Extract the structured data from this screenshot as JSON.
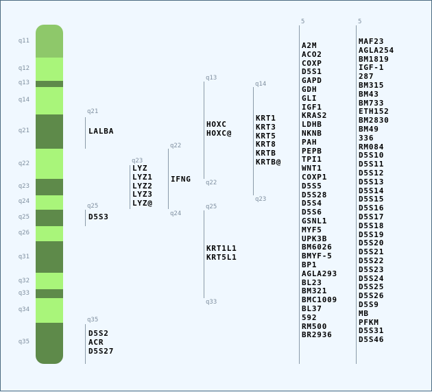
{
  "chromosome": {
    "bands": [
      {
        "label": "q11",
        "color": "#8ec86a"
      },
      {
        "label": "q12",
        "color": "#a9f57a"
      },
      {
        "label": "q13",
        "color": "#5e8a4a"
      },
      {
        "label": "q14",
        "color": "#a9f57a"
      },
      {
        "label": "q21",
        "color": "#5e8a4a"
      },
      {
        "label": "q22",
        "color": "#a9f57a"
      },
      {
        "label": "q23",
        "color": "#5e8a4a"
      },
      {
        "label": "q24",
        "color": "#a9f57a"
      },
      {
        "label": "q25",
        "color": "#5e8a4a"
      },
      {
        "label": "q26",
        "color": "#a9f57a"
      },
      {
        "label": "q31",
        "color": "#5e8a4a"
      },
      {
        "label": "q32",
        "color": "#a9f57a"
      },
      {
        "label": "q33",
        "color": "#5e8a4a"
      },
      {
        "label": "q34",
        "color": "#a9f57a"
      },
      {
        "label": "q35",
        "color": "#5e8a4a"
      }
    ]
  },
  "columns": [
    {
      "top": "q21",
      "bottom": "",
      "genes": [
        "LALBA"
      ]
    },
    {
      "top": "q25",
      "bottom": "",
      "genes": [
        "D5S3"
      ]
    },
    {
      "top": "q35",
      "bottom": "",
      "genes": [
        "D5S2",
        "ACR",
        "D5S27"
      ]
    },
    {
      "top": "q23",
      "bottom": "",
      "genes": [
        "LYZ",
        "LYZ1",
        "LYZ2",
        "LYZ3",
        "LYZ@"
      ]
    },
    {
      "top": "q22",
      "bottom": "q24",
      "genes": [
        "IFNG"
      ]
    },
    {
      "top": "q13",
      "bottom": "q22",
      "genes": [
        "HOXC",
        "HOXC@"
      ]
    },
    {
      "top": "q25",
      "bottom": "q33",
      "genes": [
        "KRT1L1",
        "KRT5L1"
      ]
    },
    {
      "top": "q14",
      "bottom": "q23",
      "genes": [
        "KRT1",
        "KRT3",
        "KRT5",
        "KRT8",
        "KRTB",
        "KRTB@"
      ]
    },
    {
      "top": "5",
      "bottom": "",
      "genes": [
        "A2M",
        "ACO2",
        "COXP",
        "D5S1",
        "GAPD",
        "GDH",
        "GLI",
        "IGF1",
        "KRAS2",
        "LDHB",
        "NKNB",
        "PAH",
        "PEPB",
        "TPI1",
        "WNT1",
        "COXP1",
        "D5S5",
        "D5S28",
        "D5S4",
        "D5S6",
        "GSNL1",
        "MYF5",
        "UPK3B",
        "BM6026",
        "BMYF-5",
        "BP1",
        "AGLA293",
        "BL23",
        "BM321",
        "BMC1009",
        "BL37",
        "592",
        "RM500",
        "BR2936"
      ]
    },
    {
      "top": "5",
      "bottom": "",
      "genes": [
        "MAF23",
        "AGLA254",
        "BM1819",
        "IGF-1",
        "287",
        "BM315",
        "BM43",
        "BM733",
        "ETH152",
        "BM2830",
        "BM49",
        "336",
        "RM084",
        "D5S10",
        "D5S11",
        "D5S12",
        "D5S13",
        "D5S14",
        "D5S15",
        "D5S16",
        "D5S17",
        "D5S18",
        "D5S19",
        "D5S20",
        "D5S21",
        "D5S22",
        "D5S23",
        "D5S24",
        "D5S25",
        "D5S26",
        "D5S9",
        "MB",
        "PFKM",
        "D5S31",
        "D5S46"
      ]
    }
  ]
}
